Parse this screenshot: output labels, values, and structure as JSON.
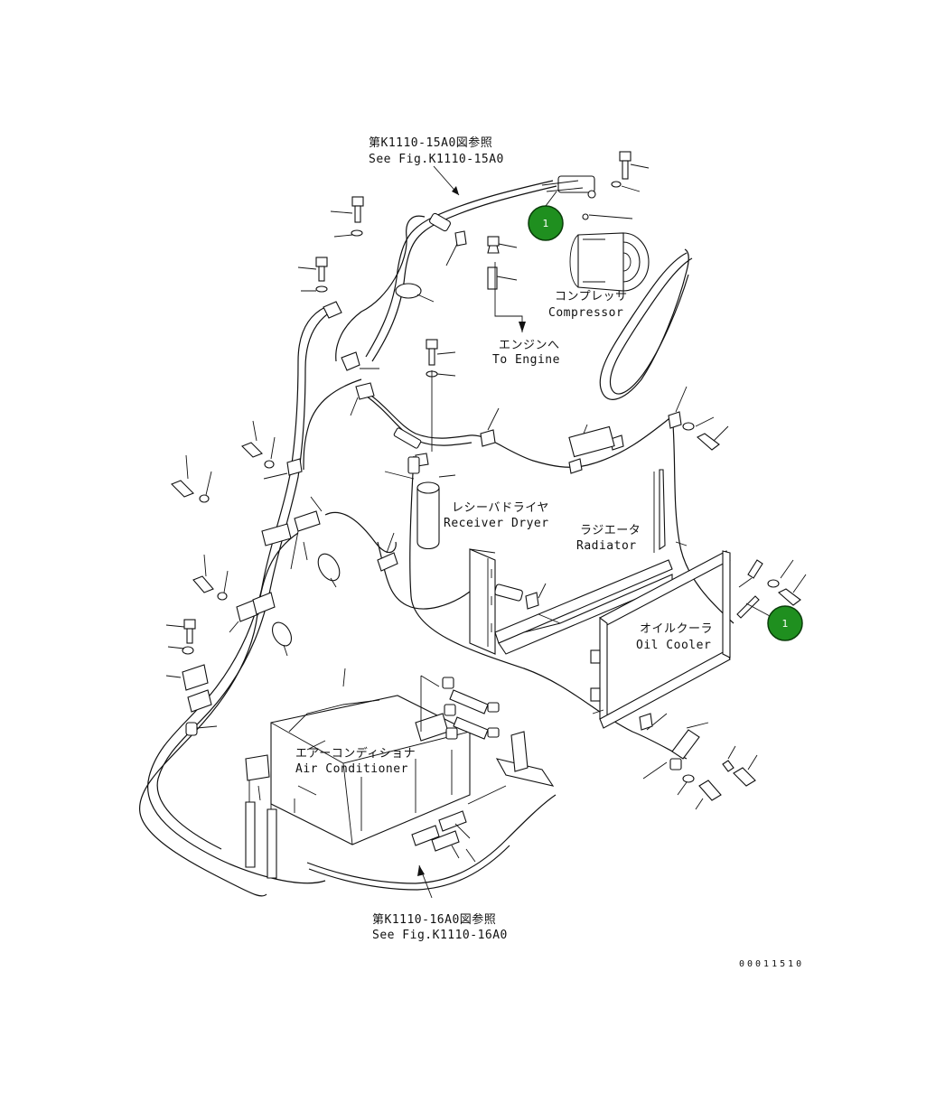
{
  "labels": {
    "ref_top_jp": "第K1110-15A0図参照",
    "ref_top_en": "See Fig.K1110-15A0",
    "compressor_jp": "コンプレッサ",
    "compressor_en": "Compressor",
    "engine_jp": "エンジンへ",
    "engine_en": "To Engine",
    "receiver_jp": "レシーバドライヤ",
    "receiver_en": "Receiver Dryer",
    "radiator_jp": "ラジエータ",
    "radiator_en": "Radiator",
    "oilcooler_jp": "オイルクーラ",
    "oilcooler_en": "Oil Cooler",
    "aircon_jp": "エアーコンディショナ",
    "aircon_en": "Air Conditioner",
    "ref_bottom_jp": "第K1110-16A0図参照",
    "ref_bottom_en": "See Fig.K1110-16A0",
    "drawing_number": "00011510"
  },
  "callouts": [
    {
      "number": "1"
    },
    {
      "number": "1"
    }
  ],
  "colors": {
    "line": "#111111",
    "callout_fill": "#1f8f1f"
  }
}
